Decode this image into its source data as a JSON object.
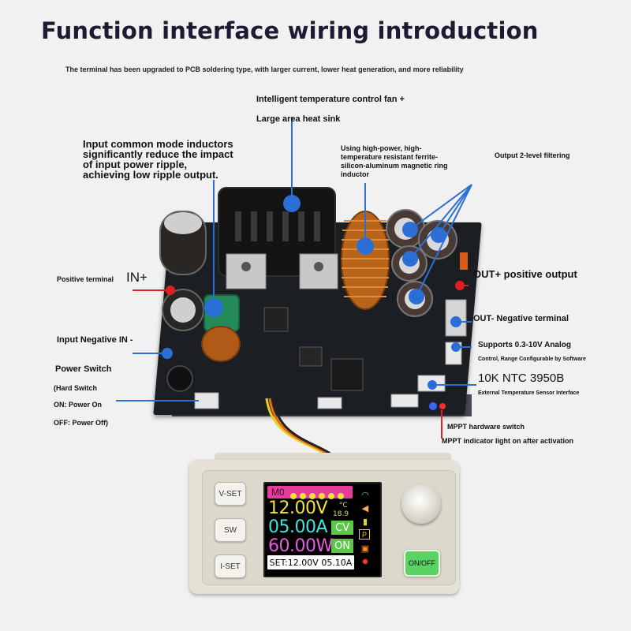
{
  "title": "Function interface wiring introduction",
  "subtitle": "The terminal has been upgraded to PCB soldering type, with larger current, lower heat generation, and more reliability",
  "labels": {
    "fan": [
      "Intelligent temperature control fan +",
      "Large area heat sink"
    ],
    "input_inductor": [
      "Input common mode inductors",
      "significantly reduce the impact",
      "of input power ripple,",
      "achieving low ripple output."
    ],
    "ring_inductor": [
      "Using high-power, high-",
      "temperature resistant ferrite-",
      "silicon-aluminum magnetic ring",
      "inductor"
    ],
    "output_filter": "Output 2-level filtering",
    "positive_terminal": "Positive terminal",
    "in_plus": "IN+",
    "out_plus": "OUT+ positive output",
    "out_minus": "OUT- Negative terminal",
    "input_negative": "Input Negative IN -",
    "analog": "Supports 0.3-10V Analog",
    "analog_sub": "Control, Range Configurable by Software",
    "power_switch": "Power Switch",
    "hard_switch": "(Hard Switch",
    "power_on": "ON: Power On",
    "power_off": "OFF: Power Off)",
    "ntc": "10K NTC 3950B",
    "ntc_sub": "External Temperature Sensor Interface",
    "mppt_switch": "MPPT hardware switch",
    "mppt_light": "MPPT indicator light on after activation"
  },
  "device": {
    "buttons": [
      "V-SET",
      "SW",
      "I-SET"
    ],
    "mode": "M0",
    "voltage": "12.00V",
    "current": "05.00A",
    "power": "60.00W",
    "temp_unit": "°C",
    "temp_value": "18.9",
    "status_cv": "CV",
    "status_on": "ON",
    "set_line": "SET:12.00V 05.10A",
    "onoff_button": "ON/OFF",
    "side_p": "P"
  },
  "colors": {
    "callout_blue": "#2b6fd6",
    "callout_red": "#e02020",
    "voltage": "#f2e23a",
    "current": "#3ee6e0",
    "power": "#e85be0",
    "mode_bar": "#e63c9b",
    "cv_box": "#5cc746",
    "onoff_green": "#5cd164"
  }
}
